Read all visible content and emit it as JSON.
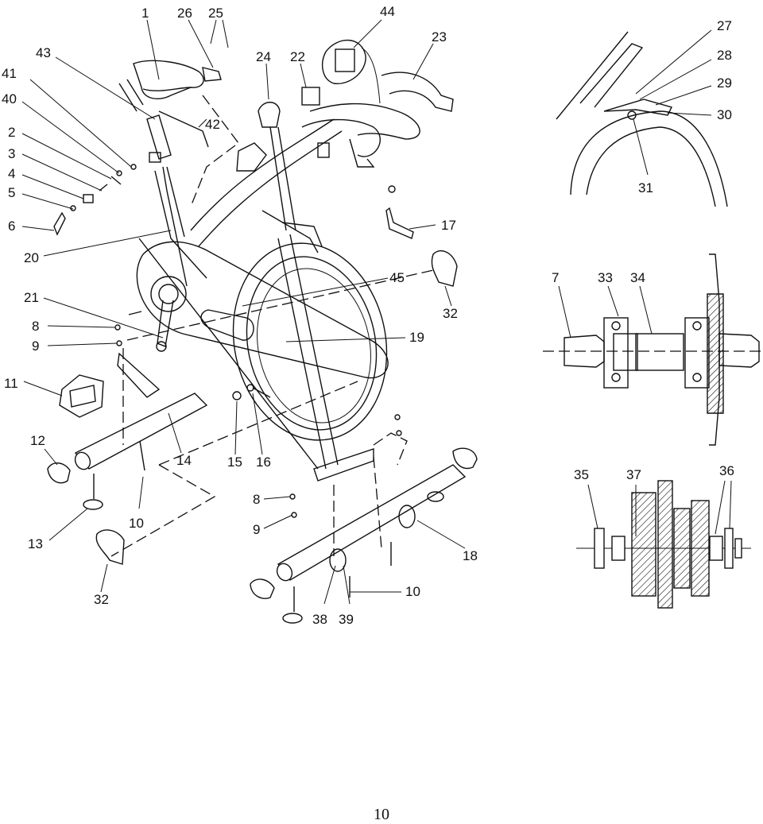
{
  "callouts": {
    "c1": "1",
    "c2": "2",
    "c3": "3",
    "c4": "4",
    "c5": "5",
    "c6": "6",
    "c7": "7",
    "c8a": "8",
    "c8b": "8",
    "c9a": "9",
    "c9b": "9",
    "c10a": "10",
    "c10b": "10",
    "c11": "11",
    "c12": "12",
    "c13": "13",
    "c14": "14",
    "c15": "15",
    "c16": "16",
    "c17": "17",
    "c18": "18",
    "c19": "19",
    "c20": "20",
    "c21": "21",
    "c22": "22",
    "c23": "23",
    "c24": "24",
    "c25": "25",
    "c26": "26",
    "c27": "27",
    "c28": "28",
    "c29": "29",
    "c30": "30",
    "c31": "31",
    "c32a": "32",
    "c32b": "32",
    "c33": "33",
    "c34": "34",
    "c35": "35",
    "c36": "36",
    "c37": "37",
    "c38": "38",
    "c39": "39",
    "c40": "40",
    "c41": "41",
    "c42": "42",
    "c43": "43",
    "c44": "44",
    "c45": "45"
  },
  "page_number": "10"
}
